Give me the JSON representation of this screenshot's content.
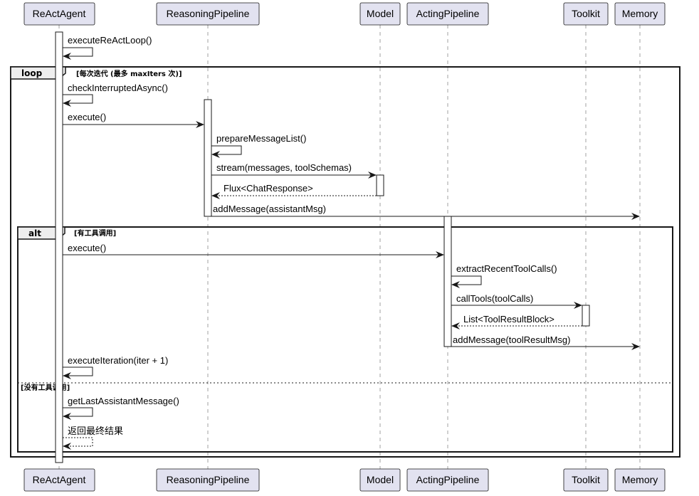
{
  "participants": [
    {
      "label": "ReActAgent"
    },
    {
      "label": "ReasoningPipeline"
    },
    {
      "label": "Model"
    },
    {
      "label": "ActingPipeline"
    },
    {
      "label": "Toolkit"
    },
    {
      "label": "Memory"
    }
  ],
  "frames": {
    "loop": {
      "tag": "loop",
      "guard": "[每次迭代 (最多 maxIters 次)]"
    },
    "alt": {
      "tag": "alt",
      "guard": "[有工具调用]",
      "else_guard": "[没有工具调用]"
    }
  },
  "messages": {
    "m1": "executeReActLoop()",
    "m2": "checkInterruptedAsync()",
    "m3": "execute()",
    "m4": "prepareMessageList()",
    "m5": "stream(messages, toolSchemas)",
    "m6": "Flux<ChatResponse>",
    "m7": "addMessage(assistantMsg)",
    "m8": "execute()",
    "m9": "extractRecentToolCalls()",
    "m10": "callTools(toolCalls)",
    "m11": "List<ToolResultBlock>",
    "m12": "addMessage(toolResultMsg)",
    "m13": "executeIteration(iter + 1)",
    "m14": "getLastAssistantMessage()",
    "m15": "返回最终结果"
  },
  "colors": {
    "participant_fill": "#e2e2f0",
    "participant_border": "#181818",
    "lifeline": "#a0a0a0",
    "line": "#181818",
    "activation_fill": "#ffffff"
  }
}
